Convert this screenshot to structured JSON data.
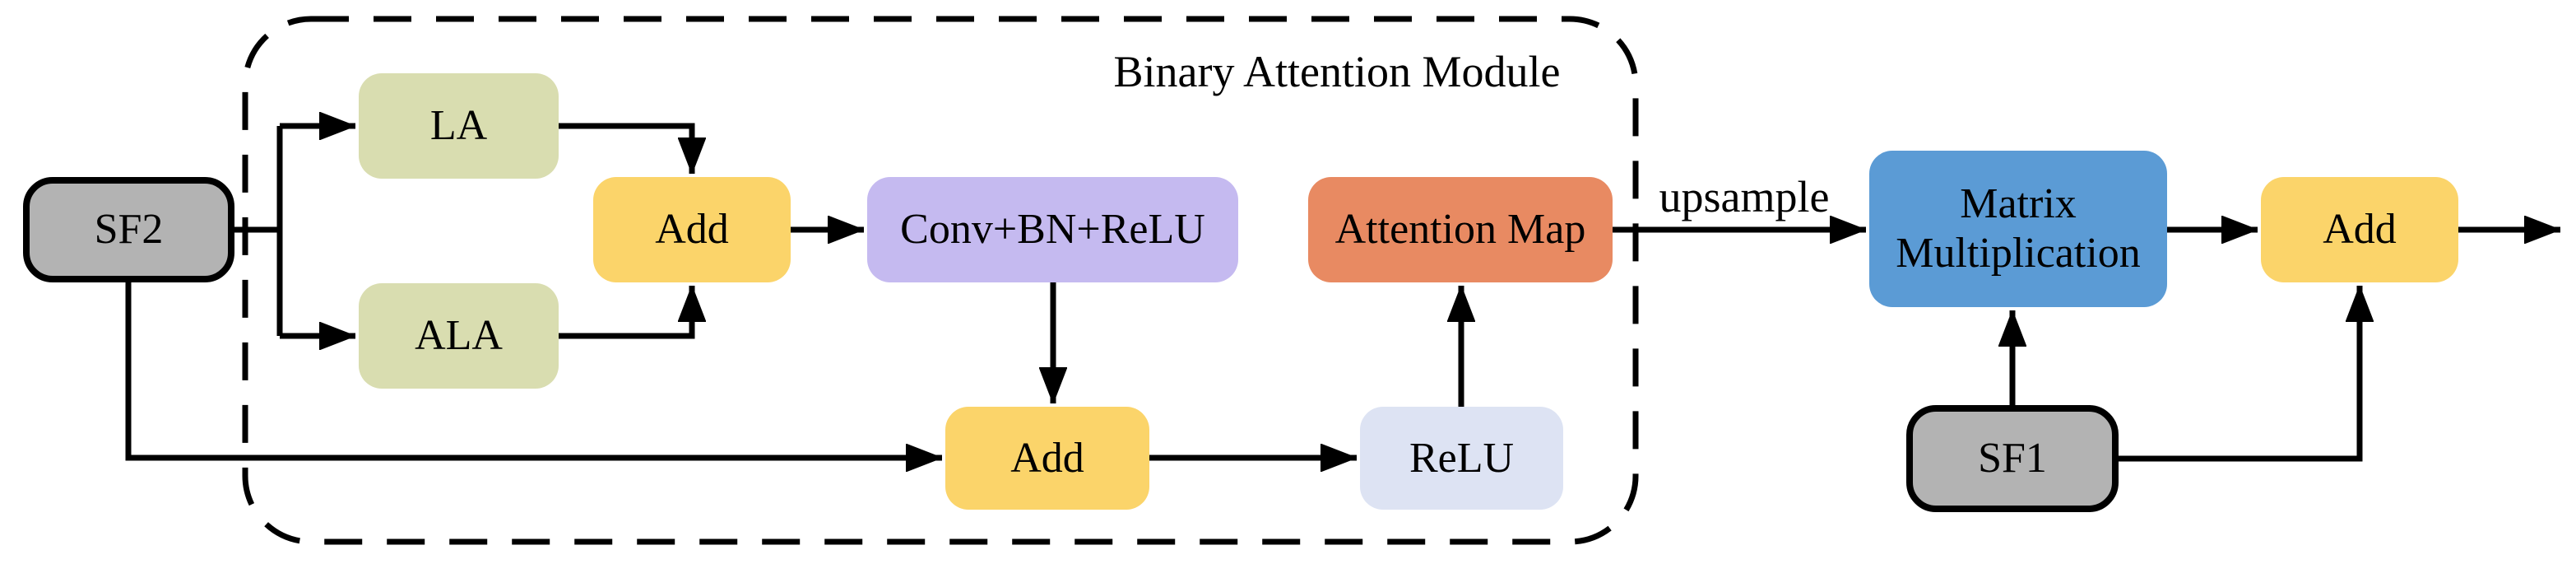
{
  "figure": {
    "module_title": "Binary Attention Module",
    "edge_label_upsample": "upsample",
    "nodes": {
      "sf2": "SF2",
      "la": "LA",
      "ala": "ALA",
      "add_attention": "Add",
      "conv_bn_relu": "Conv+BN+ReLU",
      "attention_map": "Attention Map",
      "add_fuse": "Add",
      "relu": "ReLU",
      "matrix_multiplication": "Matrix Multiplication",
      "sf1": "SF1",
      "add_out": "Add"
    },
    "colors": {
      "feature_gray": "#b3b3b3",
      "attention_green": "#d9ddb0",
      "add_yellow": "#fbd46a",
      "conv_purple": "#c5baf0",
      "attention_map_orange": "#e88a62",
      "relu_lightblue": "#dde3f3",
      "matmul_blue": "#5b9bd5",
      "line_black": "#000000",
      "background": "#ffffff"
    }
  }
}
